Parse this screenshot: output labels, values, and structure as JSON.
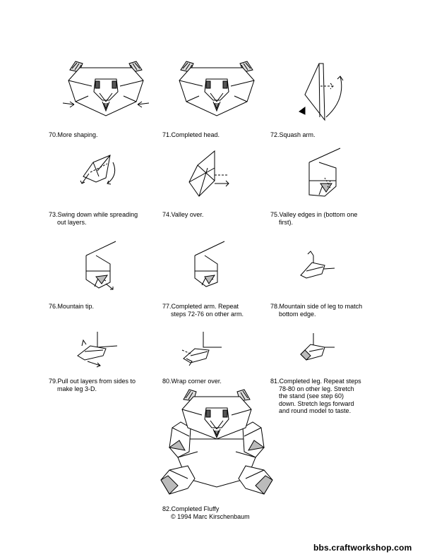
{
  "steps": [
    {
      "num": "70.",
      "text": "More shaping."
    },
    {
      "num": "71.",
      "text": "Completed head."
    },
    {
      "num": "72.",
      "text": "Squash arm."
    },
    {
      "num": "73.",
      "text": "Swing down while spreading",
      "text2": "out layers."
    },
    {
      "num": "74.",
      "text": "Valley over."
    },
    {
      "num": "75.",
      "text": "Valley edges in (bottom one",
      "text2": "first)."
    },
    {
      "num": "76.",
      "text": "Mountain tip."
    },
    {
      "num": "77.",
      "text": "Completed arm. Repeat",
      "text2": "steps 72-76 on other arm."
    },
    {
      "num": "78.",
      "text": "Mountain side of leg to match",
      "text2": "bottom edge."
    },
    {
      "num": "79.",
      "text": "Pull out layers from sides to",
      "text2": "make leg 3-D."
    },
    {
      "num": "80.",
      "text": "Wrap corner over."
    },
    {
      "num": "81.",
      "text": "Completed leg. Repeat steps",
      "text2": "78-80 on other leg. Stretch",
      "text3": "the stand (see step 60)",
      "text4": "down. Stretch legs forward",
      "text5": "and round model to taste."
    },
    {
      "num": "82.",
      "text": "Completed Fluffy",
      "text2": "© 1994 Marc Kirschenbaum"
    }
  ],
  "watermark": "bbs.craftworkshop.com"
}
